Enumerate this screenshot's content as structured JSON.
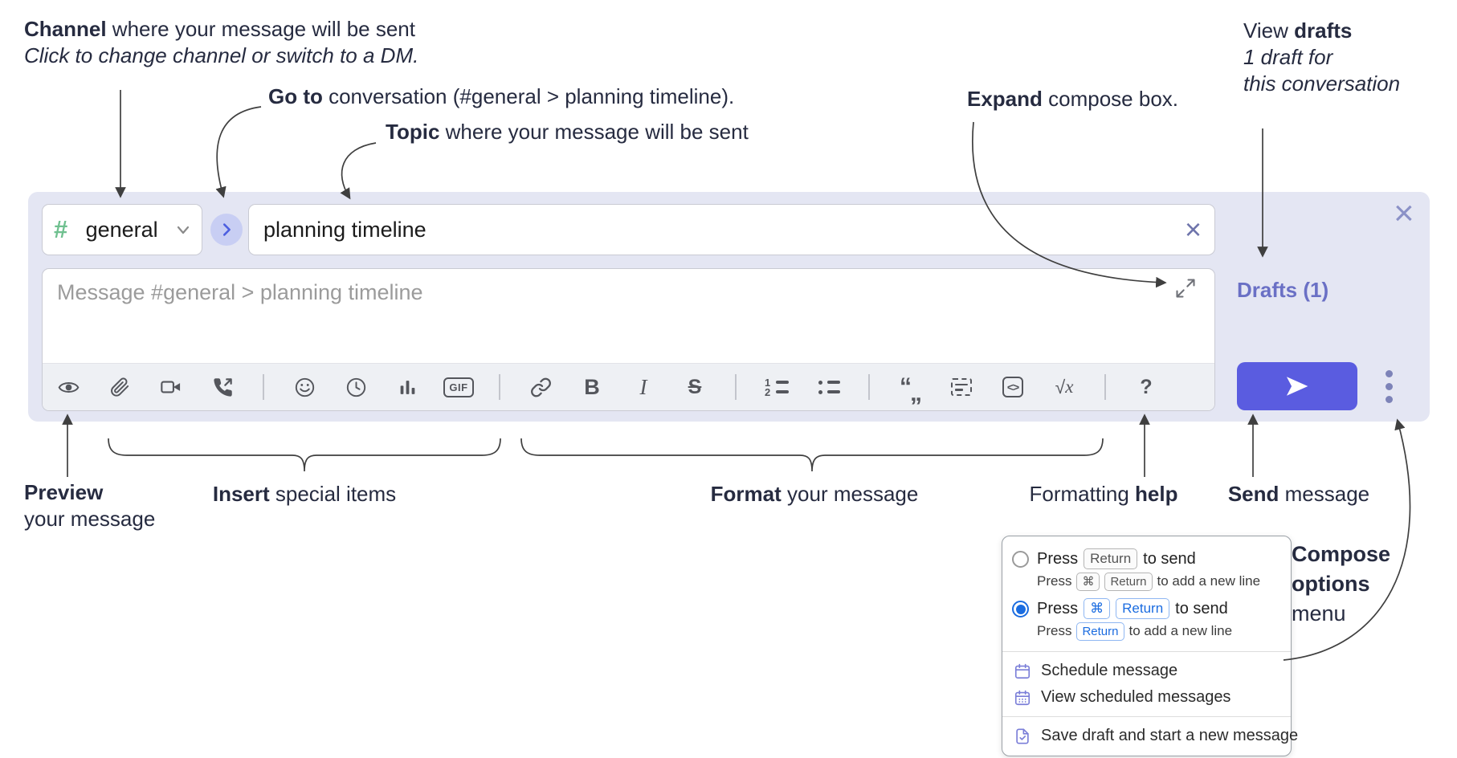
{
  "annotations": {
    "channel": {
      "bold": "Channel",
      "rest": " where your message will be sent",
      "line2": "Click to change channel or switch to a DM."
    },
    "go_to": {
      "bold": "Go to",
      "rest": " conversation (#general > planning timeline)."
    },
    "topic": {
      "bold": "Topic",
      "rest": " where your message will be sent"
    },
    "expand": {
      "bold": "Expand",
      "rest": " compose box."
    },
    "view_drafts": {
      "pre": "View ",
      "bold": "drafts",
      "line2": "1 draft for",
      "line3": "this conversation"
    },
    "preview": {
      "bold": "Preview",
      "line2": "your message"
    },
    "insert": {
      "bold": "Insert",
      "rest": " special items"
    },
    "format": {
      "bold": "Format",
      "rest": " your message"
    },
    "formatting_help": {
      "pre": "Formatting ",
      "bold": "help"
    },
    "send": {
      "bold": "Send",
      "rest": " message"
    },
    "compose_options": {
      "line1": "Compose",
      "line2": "options",
      "line3": "menu"
    }
  },
  "compose_box": {
    "channel_selector": {
      "hash_icon": "#",
      "label": "general"
    },
    "topic_input_value": "planning timeline",
    "message_placeholder": "Message #general > planning timeline",
    "drafts_link": "Drafts (1)",
    "toolbar": {
      "icon_order": [
        "preview-eye",
        "attach-file",
        "video-call",
        "voice-call",
        "divider",
        "add-emoji",
        "add-time",
        "add-poll",
        "add-gif",
        "divider",
        "link",
        "bold",
        "italic",
        "strikethrough",
        "divider",
        "numbered-list",
        "bulleted-list",
        "divider",
        "quote",
        "spoiler",
        "code",
        "math",
        "divider",
        "help"
      ],
      "gif_label": "GIF",
      "bold_label": "B",
      "italic_label": "I",
      "strike_label": "S",
      "quote_open": "“",
      "quote_close": "„",
      "code_label": "<>",
      "sqrt_symbol": "√",
      "math_var": "x",
      "help_label": "?",
      "ol_num1": "1",
      "ol_num2": "2"
    }
  },
  "compose_options_menu": {
    "option_return": {
      "pre": "Press",
      "key1": "Return",
      "post": "to send",
      "sub_pre": "Press",
      "sub_key1": "⌘",
      "sub_key2": "Return",
      "sub_post": "to add a new line",
      "selected": false
    },
    "option_cmd_return": {
      "pre": "Press",
      "key1": "⌘",
      "key2": "Return",
      "post": "to send",
      "sub_pre": "Press",
      "sub_key1": "Return",
      "sub_post": "to add a new line",
      "selected": true
    },
    "items": [
      "Schedule message",
      "View scheduled messages",
      "Save draft and start a new message"
    ]
  },
  "colors": {
    "panel_bg": "#e4e6f3",
    "accent_indigo": "#5a5ce0",
    "link_purple": "#6a70c5",
    "hash_green": "#6fc08f",
    "kbd_blue": "#1b6ce0",
    "menu_icon_purple": "#7a7ed8",
    "annotation_text": "#262b40"
  }
}
